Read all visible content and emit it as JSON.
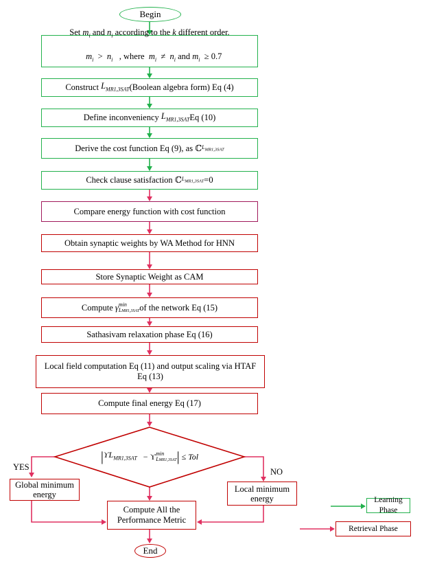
{
  "begin": "Begin",
  "end": "End",
  "step1": {
    "line1_a": "Set ",
    "m": "m",
    "i": "i",
    "line1_b": " and ",
    "n": "n",
    "line1_c": " according to the ",
    "k": "k",
    "line1_d": " different order.",
    "line2_gt": ">",
    "line2_where": ", where",
    "line2_ne": "≠",
    "line2_and": "and",
    "line2_ge": "≥ 0.7"
  },
  "step2": {
    "a": "Construct ",
    "L": "L",
    "sub": "MR1,3SAT",
    "b": " (Boolean algebra form) Eq (4)"
  },
  "step3": {
    "a": "Define inconveniency ",
    "L": "L",
    "sub": "MR1,3SAT",
    "b": " Eq (10)"
  },
  "step4": {
    "a": "Derive the cost function Eq (9), as ",
    "C": "ℂ",
    "L": "L",
    "sub": "MR1,3SAT"
  },
  "step5": {
    "a": "Check clause satisfaction ",
    "C": "ℂ",
    "L": "L",
    "sub": "MR1,3SAT",
    "b": "=0"
  },
  "step6": "Compare energy function with cost function",
  "step7": "Obtain synaptic weights by WA Method for HNN",
  "step8": "Store Synaptic Weight as CAM",
  "step9": {
    "a": "Compute ",
    "gamma": "γ",
    "sup": "min",
    "L": "L",
    "sub": "MR1,3SAT",
    "b": " of the network Eq (15)"
  },
  "step10": "Sathasivam relaxation phase Eq (16)",
  "step11": "Local field computation Eq (11) and output scaling via HTAF Eq (13)",
  "step12": "Compute final energy Eq (17)",
  "decision": {
    "gamma": "ϒ",
    "L": "L",
    "sub": "MR1,3SAT",
    "minus": "− ϒ",
    "sup": "min",
    "L2": "L",
    "sub2": "MR1,3SAT",
    "le": "≤",
    "tol": "Tol"
  },
  "yes": "YES",
  "no": "NO",
  "global_min": "Global minimum energy",
  "local_min": "Local minimum energy",
  "compute_all": "Compute All the Performance Metric",
  "legend": {
    "learning": "Learning Phase",
    "retrieval": "Retrieval Phase"
  },
  "colors": {
    "learning": "#22b14c",
    "retrieval": "#c00000",
    "retrieval_arrow": "#e03060"
  }
}
